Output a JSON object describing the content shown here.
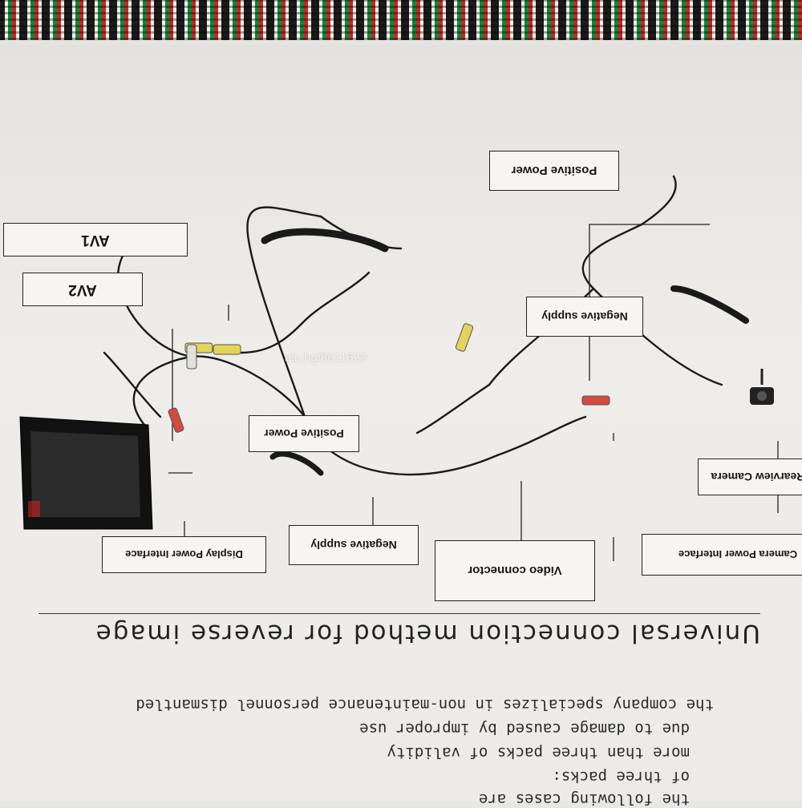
{
  "watermark": "alo.bg/8611623",
  "heading": "Universal connection method for reverse image",
  "body_lines": [
    "the company specializes in non-maintenance personnel dismantled",
    "due to damage caused by improper use",
    "more than three packs of validity",
    "of three packs:",
    "the following cases are"
  ],
  "labels": {
    "positive_power_top": "Positive Power",
    "av1": "AV1",
    "av2": "AV2",
    "negative_supply_right": "Negative supply",
    "positive_power_left": "Positive Power",
    "rearview_camera": "Rearview Camera",
    "display_power": "Display Power Interface",
    "negative_supply_left": "Negative supply",
    "video_connector": "Video connector",
    "camera_power": "Camera Power Interface"
  }
}
